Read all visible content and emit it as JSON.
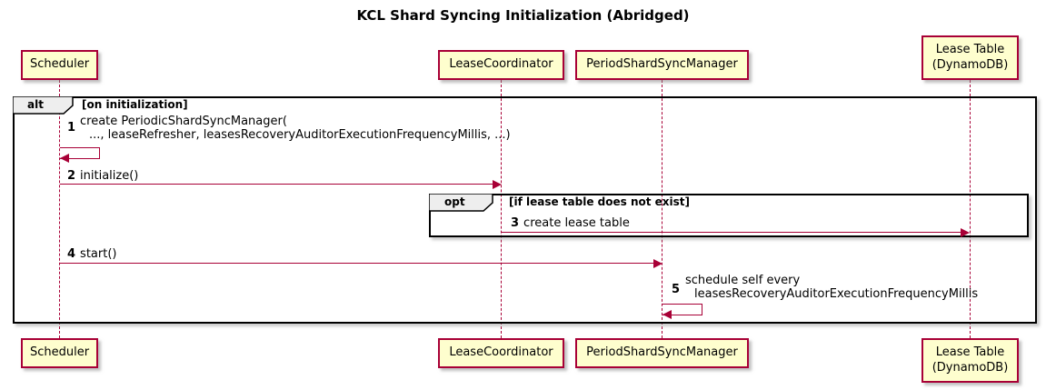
{
  "title": "KCL Shard Syncing Initialization (Abridged)",
  "participants": [
    {
      "line1": "Scheduler"
    },
    {
      "line1": "LeaseCoordinator"
    },
    {
      "line1": "PeriodShardSyncManager"
    },
    {
      "line1": "Lease Table",
      "line2": "(DynamoDB)"
    }
  ],
  "frames": {
    "alt": {
      "label": "alt",
      "guard": "[on initialization]"
    },
    "opt": {
      "label": "opt",
      "guard": "[if lease table does not exist]"
    }
  },
  "messages": [
    {
      "num": "1",
      "line1": "create PeriodicShardSyncManager(",
      "line2": "..., leaseRefresher, leasesRecoveryAuditorExecutionFrequencyMillis, ...)"
    },
    {
      "num": "2",
      "text": "initialize()"
    },
    {
      "num": "3",
      "text": "create lease table"
    },
    {
      "num": "4",
      "text": "start()"
    },
    {
      "num": "5",
      "line1": "schedule self every",
      "line2": "leasesRecoveryAuditorExecutionFrequencyMillis"
    }
  ],
  "colors": {
    "participant_fill": "#FEFECE",
    "accent": "#A80036",
    "frame_border": "#000000",
    "frame_label_fill": "#EEEEEE"
  }
}
